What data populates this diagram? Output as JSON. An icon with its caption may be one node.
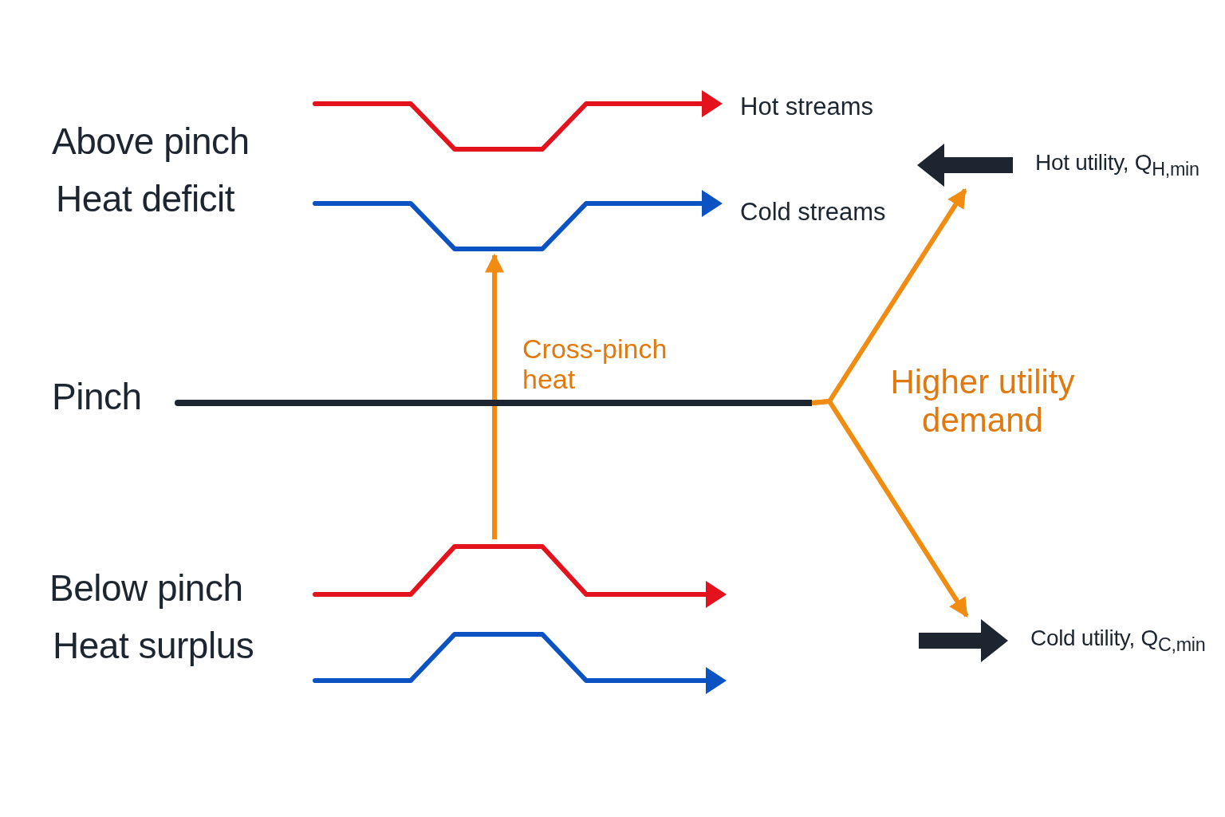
{
  "diagram": {
    "nodes": [
      {
        "text": [],
        "shape": "line",
        "beside": [
          "Hot streams"
        ]
      },
      {
        "text": [],
        "shape": "line",
        "beside": [
          "Cold streams"
        ]
      },
      {
        "text": [],
        "shape": "line"
      },
      {
        "text": [],
        "shape": "line"
      },
      {
        "text": [],
        "shape": "line"
      },
      {
        "text": [
          "Hot utility, Q$_{H,min}$"
        ]
      },
      {
        "text": [
          "Cold utility, Q$_{C,min}$"
        ]
      }
    ],
    "edges": [
      {
        "from": 3,
        "to": 1,
        "arrow": "to",
        "label": "Cross-pinch heat"
      },
      {
        "from": 2,
        "to": 5,
        "arrow": "to"
      },
      {
        "from": 2,
        "to": 6,
        "arrow": "to"
      }
    ],
    "labels": [
      "Above pinch",
      "Heat deficit",
      "Pinch",
      "Higher utility demand",
      "Below pinch",
      "Heat surplus"
    ]
  }
}
